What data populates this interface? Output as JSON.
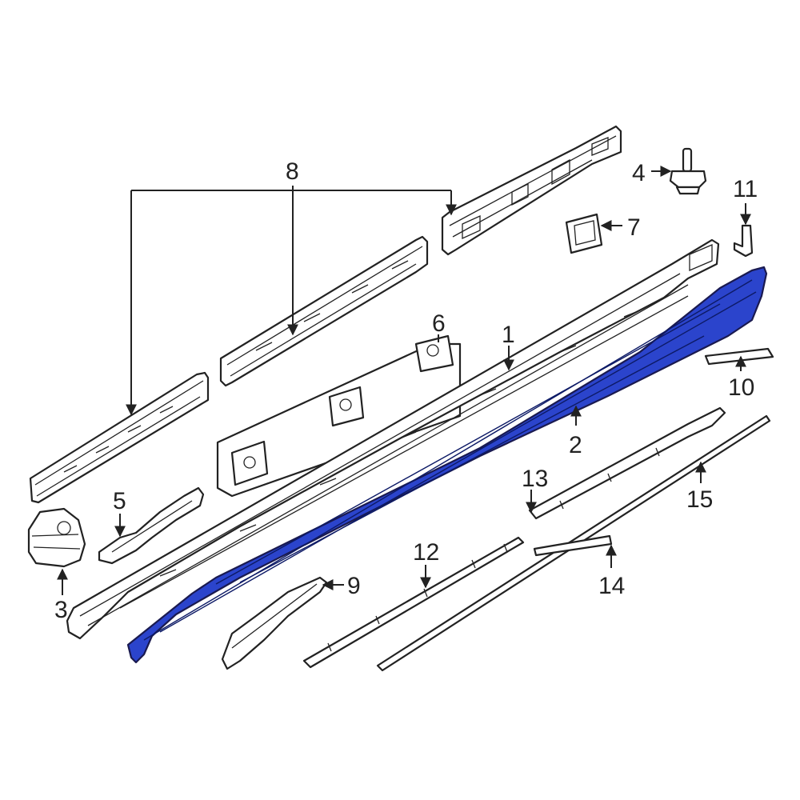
{
  "colors": {
    "highlight": "#2b44cc",
    "line": "#222222",
    "background": "#ffffff"
  },
  "callouts": {
    "c1": "1",
    "c2": "2",
    "c3": "3",
    "c4": "4",
    "c5": "5",
    "c6": "6",
    "c7": "7",
    "c8": "8",
    "c9": "9",
    "c10": "10",
    "c11": "11",
    "c12": "12",
    "c13": "13",
    "c14": "14",
    "c15": "15"
  },
  "highlighted_part": "2"
}
